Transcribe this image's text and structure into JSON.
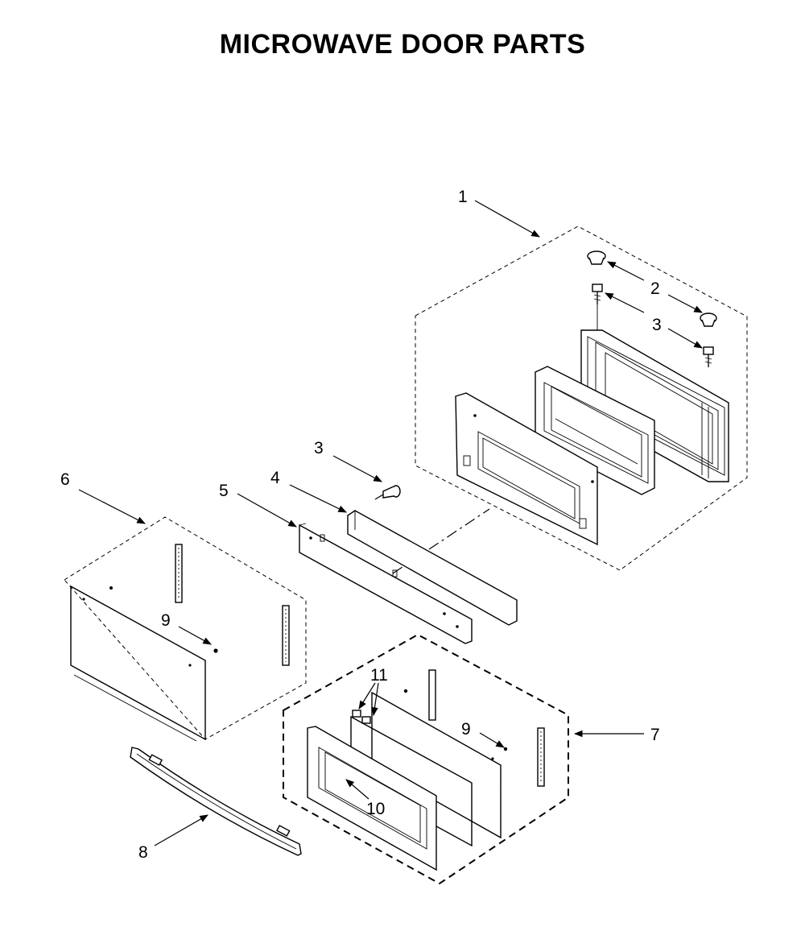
{
  "title": "MICROWAVE DOOR PARTS",
  "callouts": {
    "c1": "1",
    "c2": "2",
    "c3a": "3",
    "c3b": "3",
    "c4": "4",
    "c5": "5",
    "c6": "6",
    "c7": "7",
    "c8": "8",
    "c9a": "9",
    "c9b": "9",
    "c10": "10",
    "c11": "11"
  }
}
